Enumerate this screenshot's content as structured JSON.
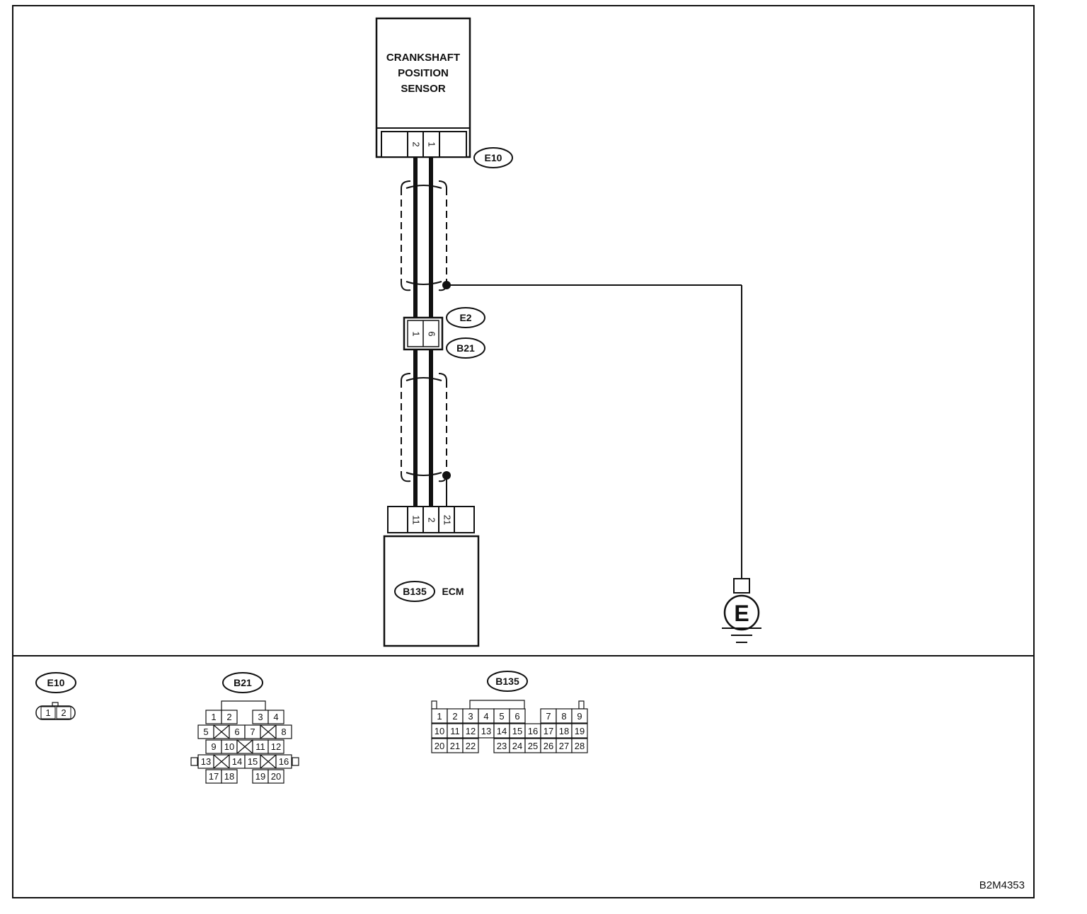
{
  "sensor": {
    "line1": "CRANKSHAFT",
    "line2": "POSITION",
    "line3": "SENSOR",
    "pins": [
      "2",
      "1"
    ],
    "connector": "E10"
  },
  "junction": {
    "pins": [
      "1",
      "6"
    ],
    "connector_top": "E2",
    "connector_bottom": "B21"
  },
  "ecm": {
    "pins": [
      "11",
      "2",
      "21"
    ],
    "connector": "B135",
    "name": "ECM"
  },
  "ground": {
    "symbol": "E"
  },
  "views": {
    "e10": {
      "label": "E10",
      "pins": [
        "1",
        "2"
      ]
    },
    "b21": {
      "label": "B21",
      "row1": [
        "1",
        "2",
        "3",
        "4"
      ],
      "row2": [
        "5",
        "6",
        "7",
        "8"
      ],
      "row3": [
        "9",
        "10",
        "11",
        "12"
      ],
      "row4": [
        "13",
        "14",
        "15",
        "16"
      ],
      "row5": [
        "17",
        "18",
        "19",
        "20"
      ]
    },
    "b135": {
      "label": "B135",
      "row1": [
        "1",
        "2",
        "3",
        "4",
        "5",
        "6",
        "7",
        "8",
        "9"
      ],
      "row2": [
        "10",
        "11",
        "12",
        "13",
        "14",
        "15",
        "16",
        "17",
        "18",
        "19"
      ],
      "row3": [
        "20",
        "21",
        "22",
        "23",
        "24",
        "25",
        "26",
        "27",
        "28"
      ]
    }
  },
  "figure_id": "B2M4353"
}
